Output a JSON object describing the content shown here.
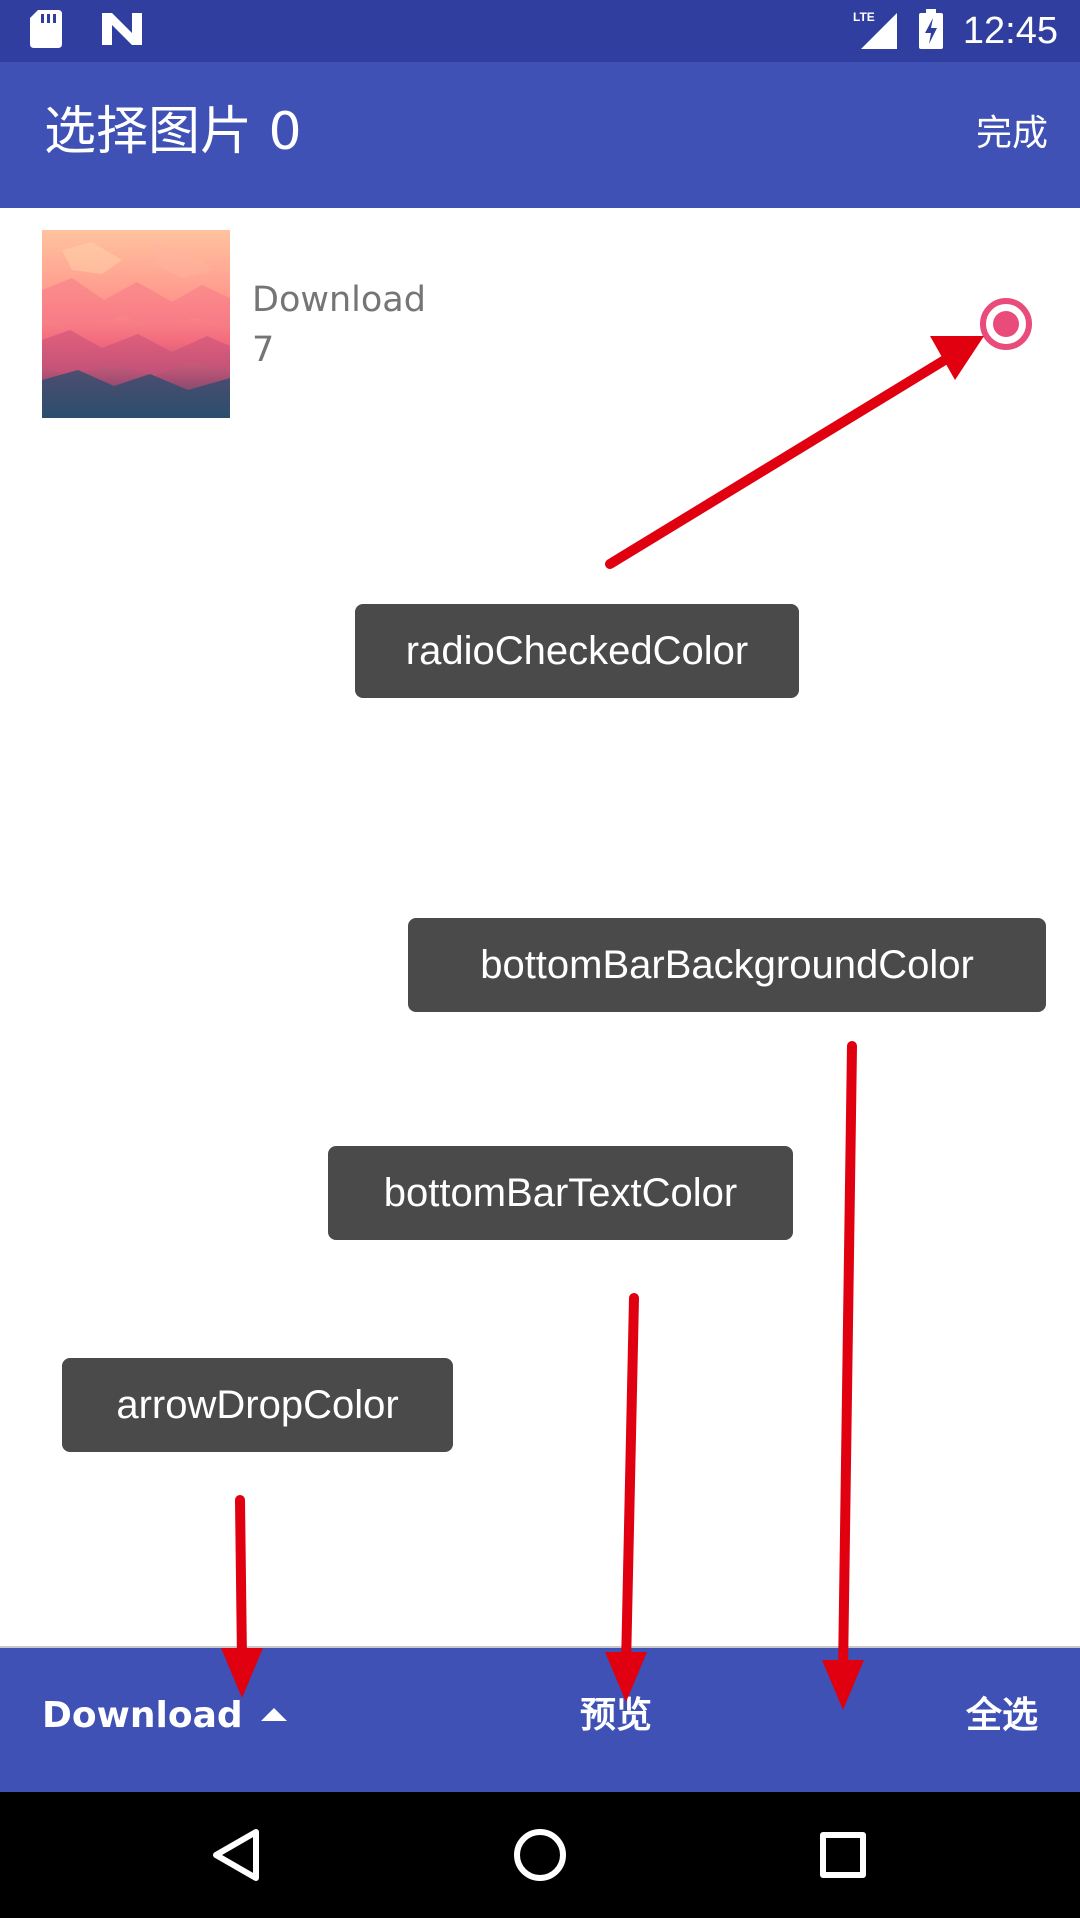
{
  "status_bar": {
    "time": "12:45",
    "network": "LTE",
    "icons": [
      "sd-card-icon",
      "n-logo-icon",
      "lte-signal-icon",
      "battery-charging-icon"
    ]
  },
  "app_bar": {
    "title": "选择图片 0",
    "done_label": "完成"
  },
  "folder": {
    "name": "Download",
    "count": "7",
    "selected": true
  },
  "annotations": {
    "radio_checked_color": "radioCheckedColor",
    "bottom_bar_background_color": "bottomBarBackgroundColor",
    "bottom_bar_text_color": "bottomBarTextColor",
    "arrow_drop_color": "arrowDropColor"
  },
  "bottom_bar": {
    "folder_label": "Download",
    "preview_label": "预览",
    "select_all_label": "全选"
  },
  "nav_bar": {
    "icons": [
      "back-icon",
      "home-icon",
      "recents-icon"
    ]
  },
  "colors": {
    "status_bar": "#303F9F",
    "primary": "#3F51B5",
    "radio_checked": "#E94B7A",
    "annotation_bg": "#4a4a4a",
    "arrow": "#E00010"
  }
}
